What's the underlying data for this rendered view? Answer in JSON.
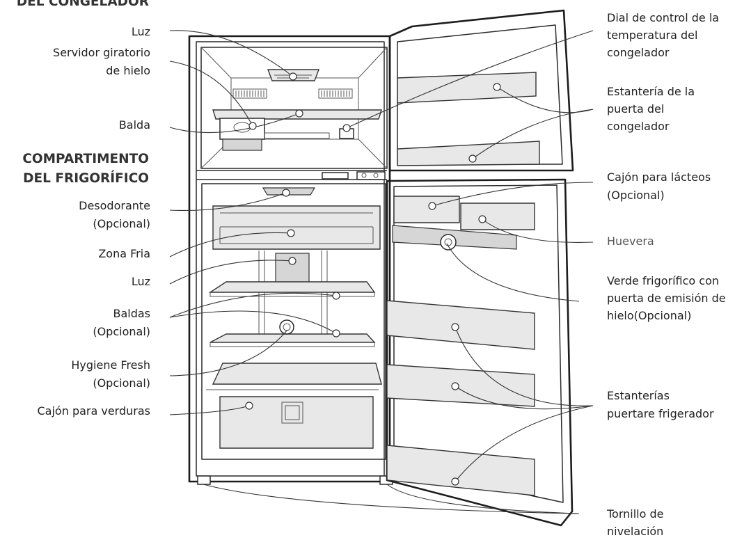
{
  "headers": {
    "freezer_compartment": "DEL CONGELADOR",
    "fridge_compartment_line1": "COMPARTIMENTO",
    "fridge_compartment_line2": "DEL FRIGORÍFICO"
  },
  "labels_left": {
    "light_top": "Luz",
    "ice_server_line1": "Servidor giratorio",
    "ice_server_line2": "de hielo",
    "shelf": "Balda",
    "deodorizer_line1": "Desodorante",
    "deodorizer_line2": "(Opcional)",
    "cold_zone": "Zona Fria",
    "light_fridge": "Luz",
    "shelves_line1": "Baldas",
    "shelves_line2": "(Opcional)",
    "hygiene_line1": "Hygiene Fresh",
    "hygiene_line2": "(Opcional)",
    "vegetable_drawer": "Cajón para verduras"
  },
  "labels_right": {
    "dial_line1": "Dial de control de la",
    "dial_line2": "temperatura del",
    "dial_line3": "congelador",
    "freezer_door_shelf_line1": "Estantería de la",
    "freezer_door_shelf_line2": "puerta del",
    "freezer_door_shelf_line3": "congelador",
    "dairy_line1": "Cajón para lácteos",
    "dairy_line2": "(Opcional)",
    "egg_tray": "Huevera",
    "green_line1": "Verde frigorífico con",
    "green_line2": "puerta de emisión de",
    "green_line3": "hielo(Opcional)",
    "fridge_door_shelves_line1": "Estanterías",
    "fridge_door_shelves_line2": "puertare frigerador",
    "leveling_line1": "Tornillo de",
    "leveling_line2": "nivelación"
  }
}
